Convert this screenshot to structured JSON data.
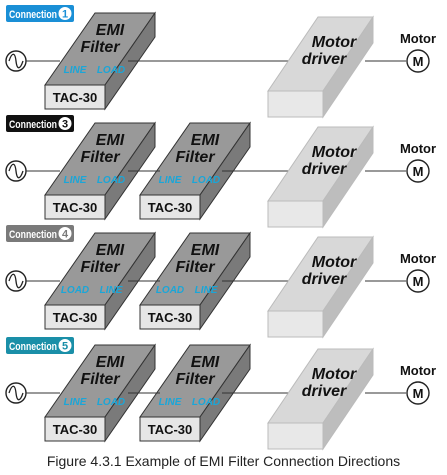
{
  "figure": {
    "caption": "Figure 4.3.1 Example of EMI Filter Connection Directions"
  },
  "labels": {
    "filter_title_line1": "EMI",
    "filter_title_line2": "Filter",
    "driver_line1": "Motor",
    "driver_line2": "driver",
    "motor_label": "Motor",
    "motor_symbol": "M",
    "model": "TAC-30"
  },
  "colors": {
    "filter_face": "#999999",
    "filter_top": "#c8c8c8",
    "filter_side": "#7a7a7a",
    "driver_face": "#d8d8d8",
    "driver_top": "#e8e8e8",
    "driver_side": "#bdbdbd",
    "port_text": "#1aa6d8"
  },
  "connections": [
    {
      "badge": "Connection",
      "number": "1",
      "badge_color": "#1a8fd6",
      "filters": [
        {
          "port_left": "LINE",
          "port_right": "LOAD"
        }
      ]
    },
    {
      "badge": "Connection",
      "number": "3",
      "badge_color": "#111111",
      "filters": [
        {
          "port_left": "LINE",
          "port_right": "LOAD"
        },
        {
          "port_left": "LINE",
          "port_right": "LOAD"
        }
      ]
    },
    {
      "badge": "Connection",
      "number": "4",
      "badge_color": "#7a7a7a",
      "filters": [
        {
          "port_left": "LOAD",
          "port_right": "LINE"
        },
        {
          "port_left": "LOAD",
          "port_right": "LINE"
        }
      ]
    },
    {
      "badge": "Connection",
      "number": "5",
      "badge_color": "#1a8fa8",
      "filters": [
        {
          "port_left": "LINE",
          "port_right": "LOAD"
        },
        {
          "port_left": "LINE",
          "port_right": "LOAD"
        }
      ]
    }
  ]
}
